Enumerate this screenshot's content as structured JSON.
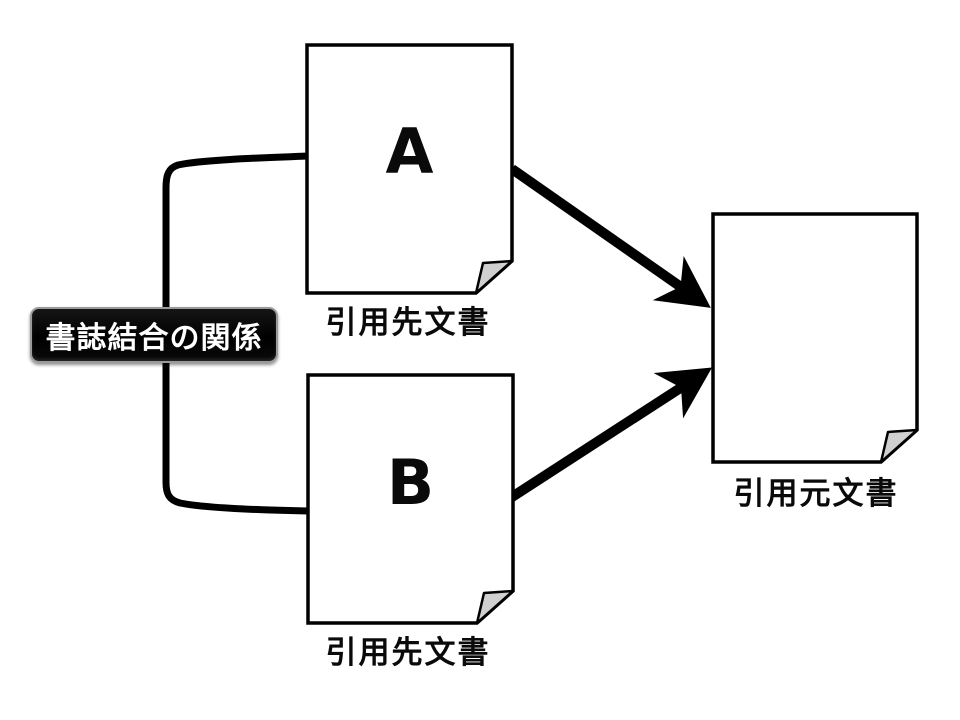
{
  "coupling_label": {
    "text": "書誌結合の関係"
  },
  "documents": {
    "a": {
      "letter": "A",
      "caption": "引用先文書"
    },
    "b": {
      "letter": "B",
      "caption": "引用先文書"
    },
    "source": {
      "caption": "引用元文書"
    }
  },
  "connectors": {
    "arrow_a_to_source": "citation-arrow",
    "arrow_b_to_source": "citation-arrow",
    "bracket_a_b": "coupling-bracket"
  },
  "colors": {
    "background": "#ffffff",
    "line": "#000000",
    "fold_fill": "#d0d0d0",
    "label_bg": "#000000",
    "label_text": "#ffffff"
  }
}
